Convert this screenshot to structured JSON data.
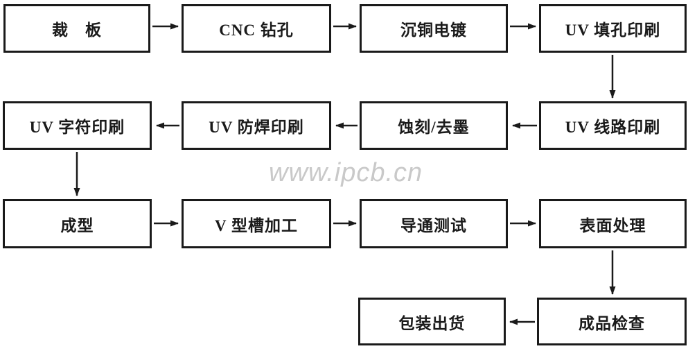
{
  "watermark": "www.ipcb.cn",
  "colors": {
    "box_border": "#1a1a1a",
    "box_text": "#1a1a1a",
    "arrow": "#1a1a1a",
    "watermark": "#c9c9c9",
    "background": "#ffffff"
  },
  "flow": {
    "type": "flowchart",
    "nodes": [
      {
        "id": "cut-board",
        "label": "裁　板"
      },
      {
        "id": "cnc-drilling",
        "label": "CNC 钻孔"
      },
      {
        "id": "copper-plating",
        "label": "沉铜电镀"
      },
      {
        "id": "uv-hole-fill-print",
        "label": "UV 填孔印刷"
      },
      {
        "id": "uv-legend-print",
        "label": "UV 字符印刷"
      },
      {
        "id": "uv-soldermask-print",
        "label": "UV 防焊印刷"
      },
      {
        "id": "etch-strip-ink",
        "label": "蚀刻/去墨"
      },
      {
        "id": "uv-circuit-print",
        "label": "UV 线路印刷"
      },
      {
        "id": "forming",
        "label": "成型"
      },
      {
        "id": "v-groove-machining",
        "label": "V 型槽加工"
      },
      {
        "id": "continuity-test",
        "label": "导通测试"
      },
      {
        "id": "surface-finish",
        "label": "表面处理"
      },
      {
        "id": "packing-shipping",
        "label": "包装出货"
      },
      {
        "id": "final-inspection",
        "label": "成品检查"
      }
    ],
    "edges": [
      {
        "from": "cut-board",
        "to": "cnc-drilling"
      },
      {
        "from": "cnc-drilling",
        "to": "copper-plating"
      },
      {
        "from": "copper-plating",
        "to": "uv-hole-fill-print"
      },
      {
        "from": "uv-hole-fill-print",
        "to": "uv-circuit-print"
      },
      {
        "from": "uv-circuit-print",
        "to": "etch-strip-ink"
      },
      {
        "from": "etch-strip-ink",
        "to": "uv-soldermask-print"
      },
      {
        "from": "uv-soldermask-print",
        "to": "uv-legend-print"
      },
      {
        "from": "uv-legend-print",
        "to": "forming"
      },
      {
        "from": "forming",
        "to": "v-groove-machining"
      },
      {
        "from": "v-groove-machining",
        "to": "continuity-test"
      },
      {
        "from": "continuity-test",
        "to": "surface-finish"
      },
      {
        "from": "surface-finish",
        "to": "final-inspection"
      },
      {
        "from": "final-inspection",
        "to": "packing-shipping"
      }
    ]
  }
}
